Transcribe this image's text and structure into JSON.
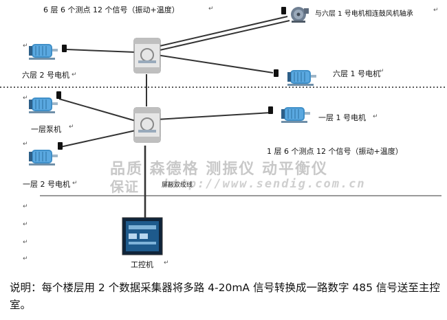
{
  "labels": {
    "title_floor6": "6 层 6 个测点 12 个信号（振动+温度）",
    "fan_bearing": "与六层 1 号电机相连鼓风机轴承",
    "floor6_motor2": "六层 2 号电机",
    "floor6_motor1": "六层 1 号电机",
    "floor1_pump": "一层泵机",
    "floor1_motor1": "一层 1 号电机",
    "floor1_signals": "1 层 6 个测点 12 个信号（振动+温度）",
    "floor1_motor2": "一层 2 号电机",
    "cable": "屏蔽双绞线",
    "ipc": "工控机"
  },
  "watermark": {
    "line1": "品质 森德格 测振仪 动平衡仪",
    "line2": "保证",
    "url": "http://www.sendig.com.cn"
  },
  "paragraph_mark": "↵",
  "caption": "说明：每个楼层用 2 个数据采集器将多路 4-20mA 信号转换成一路数字 485 信号送至主控室。"
}
